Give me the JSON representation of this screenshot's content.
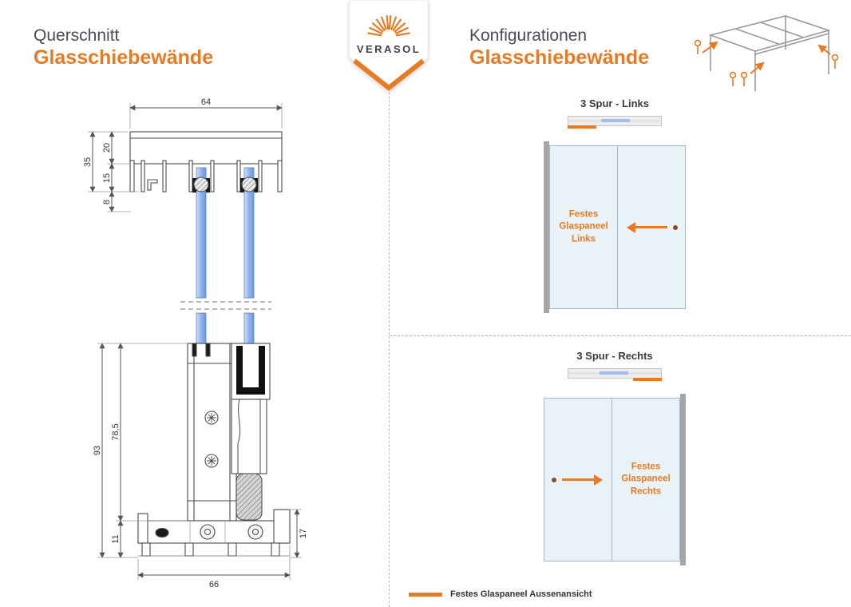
{
  "brand": {
    "name": "VERASOL",
    "accent": "#E87A22"
  },
  "header_left": {
    "subtitle": "Querschnitt",
    "title": "Glasschiebewände"
  },
  "header_right": {
    "subtitle": "Konfigurationen",
    "title": "Glasschiebewände"
  },
  "cross_section": {
    "dims": {
      "top_width": "64",
      "rail_upper": "20",
      "rail_total": "35",
      "rail_lower": "15",
      "gap": "8",
      "bottom_total": "93",
      "bottom_profile": "78,5",
      "base": "11",
      "base_right": "17",
      "bottom_width": "66"
    }
  },
  "configurations": {
    "links": {
      "title": "3 Spur - Links",
      "fixed_panel_label": "Festes Glaspaneel Links"
    },
    "rechts": {
      "title": "3 Spur - Rechts",
      "fixed_panel_label": "Festes Glaspaneel Rechts"
    },
    "legend_label": "Festes Glaspaneel Aussenansicht"
  }
}
